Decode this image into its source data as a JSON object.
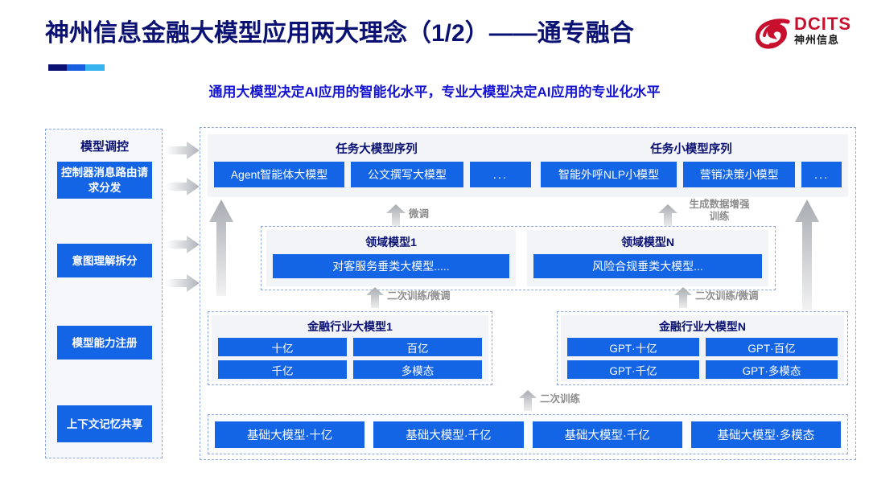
{
  "header": {
    "title": "神州信息金融大模型应用两大理念（1/2）——通专融合",
    "subtitle": "通用大模型决定AI应用的智能化水平，专业大模型决定AI应用的专业化水平",
    "logo": {
      "en": "DCITS",
      "cn": "神州信息",
      "mark": "dcits-swirl-logo",
      "color": "#c8102e"
    }
  },
  "left_panel": {
    "title": "模型调控",
    "items": [
      {
        "label": "控制器消息路由请求分发"
      },
      {
        "label": "意图理解拆分"
      },
      {
        "label": "模型能力注册"
      },
      {
        "label": "上下文记忆共享"
      }
    ]
  },
  "flow_arrows": {
    "right_arrows": [
      "arrow-right-icon",
      "arrow-right-icon",
      "arrow-right-icon",
      "arrow-right-icon"
    ],
    "labels": {
      "fine_tune": "微调",
      "data_aug_line1": "生成数据增强",
      "data_aug_line2": "训练",
      "retrain_tune_left": "二次训练/微调",
      "retrain_tune_right": "二次训练/微调",
      "retrain": "二次训练"
    }
  },
  "sequences": [
    {
      "title": "任务大模型序列",
      "chips": [
        "Agent智能体大模型",
        "公文撰写大模型",
        "..."
      ]
    },
    {
      "title": "任务小模型序列",
      "chips": [
        "智能外呼NLP小模型",
        "营销决策小模型",
        "..."
      ]
    }
  ],
  "domain_models": [
    {
      "title": "领域模型1",
      "chip": "对客服务垂类大模型....."
    },
    {
      "title": "领域模型N",
      "chip": "风险合规垂类大模型..."
    }
  ],
  "industry_models": [
    {
      "title": "金融行业大模型1",
      "chips": [
        "十亿",
        "百亿",
        "千亿",
        "多模态"
      ]
    },
    {
      "title": "金融行业大模型N",
      "chips": [
        "GPT·十亿",
        "GPT·百亿",
        "GPT·千亿",
        "GPT·多模态"
      ]
    }
  ],
  "base_models": {
    "chips": [
      "基础大模型·十亿",
      "基础大模型·千亿",
      "基础大模型·千亿",
      "基础大模型·多模态"
    ]
  },
  "colors": {
    "brand_blue": "#1464e6",
    "title_navy": "#0a1172",
    "subtitle_blue": "#1414d2",
    "logo_red": "#c8102e",
    "dashed_border": "#8aa8e0",
    "panel_bg": "#f2f4f8",
    "arrow_grey": "#b8bcc2"
  }
}
